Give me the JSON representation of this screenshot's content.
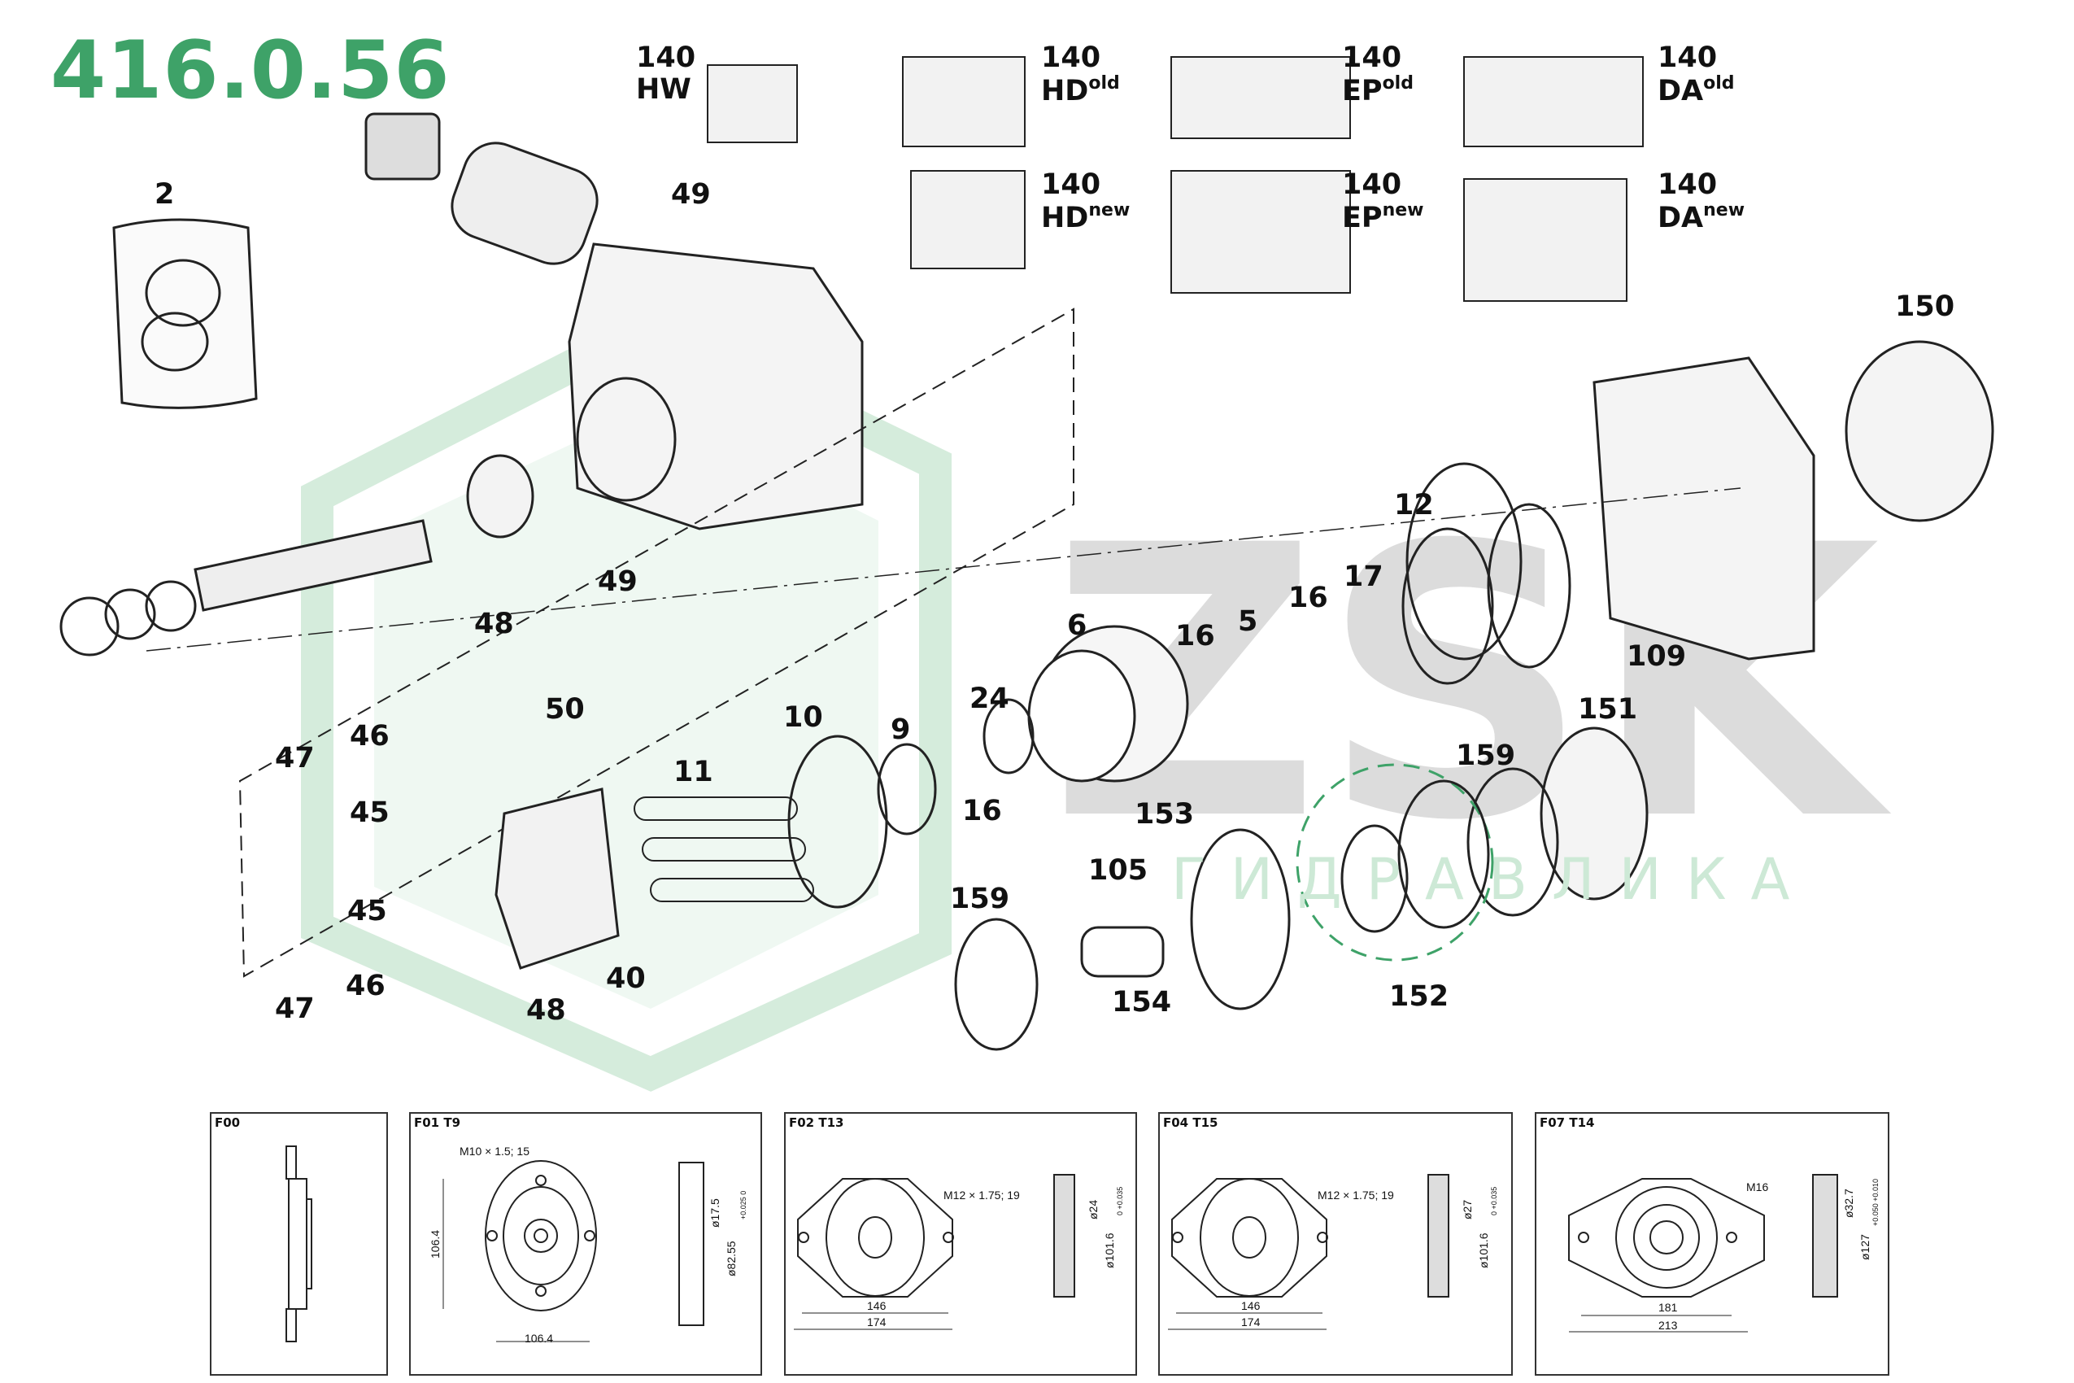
{
  "title": "416.0.56",
  "watermark": {
    "logo": "ZSK",
    "subtitle": "ГИДРАВЛИКА"
  },
  "labels": {
    "p2": "2",
    "p49a": "49",
    "p49b": "49",
    "p150": "150",
    "p12": "12",
    "p16a": "16",
    "p17": "17",
    "p6": "6",
    "p16b": "16",
    "p5": "5",
    "p109": "109",
    "p151": "151",
    "p159a": "159",
    "p48a": "48",
    "p50": "50",
    "p10": "10",
    "p9": "9",
    "p24": "24",
    "p16c": "16",
    "p46a": "46",
    "p47a": "47",
    "p11": "11",
    "p45a": "45",
    "p153": "153",
    "p105": "105",
    "p159b": "159",
    "p45b": "45",
    "p40": "40",
    "p46b": "46",
    "p47b": "47",
    "p48b": "48",
    "p154": "154",
    "p152": "152"
  },
  "controls": [
    {
      "num": "140",
      "code": "HW",
      "sup": ""
    },
    {
      "num": "140",
      "code": "HD",
      "sup": "old"
    },
    {
      "num": "140",
      "code": "HD",
      "sup": "new"
    },
    {
      "num": "140",
      "code": "EP",
      "sup": "old"
    },
    {
      "num": "140",
      "code": "EP",
      "sup": "new"
    },
    {
      "num": "140",
      "code": "DA",
      "sup": "old"
    },
    {
      "num": "140",
      "code": "DA",
      "sup": "new"
    }
  ],
  "flanges": [
    {
      "title": "F00"
    },
    {
      "title": "F01 T9",
      "thread": "M10 × 1.5; 15",
      "dim_v": "106.4",
      "dim_h": "106.4",
      "bore": "ø17.5",
      "pilot": "ø82.55",
      "tol": "+0.025 0"
    },
    {
      "title": "F02 T13",
      "thread": "M12 × 1.75; 19",
      "dim_inner": "146",
      "dim_outer": "174",
      "bore": "ø24",
      "pilot": "ø101.6",
      "tol": "0 +0.035"
    },
    {
      "title": "F04 T15",
      "thread": "M12 × 1.75; 19",
      "dim_inner": "146",
      "dim_outer": "174",
      "bore": "ø27",
      "pilot": "ø101.6",
      "tol": "0 +0.035"
    },
    {
      "title": "F07 T14",
      "thread": "M16",
      "dim_inner": "181",
      "dim_outer": "213",
      "bore": "ø32.7",
      "pilot": "ø127",
      "tol": "+0.050 +0.010"
    }
  ],
  "colors": {
    "title": "#3ea268",
    "watermark_green": "#cde9d6",
    "watermark_gray": "#dcdcdc",
    "line": "#222222"
  }
}
